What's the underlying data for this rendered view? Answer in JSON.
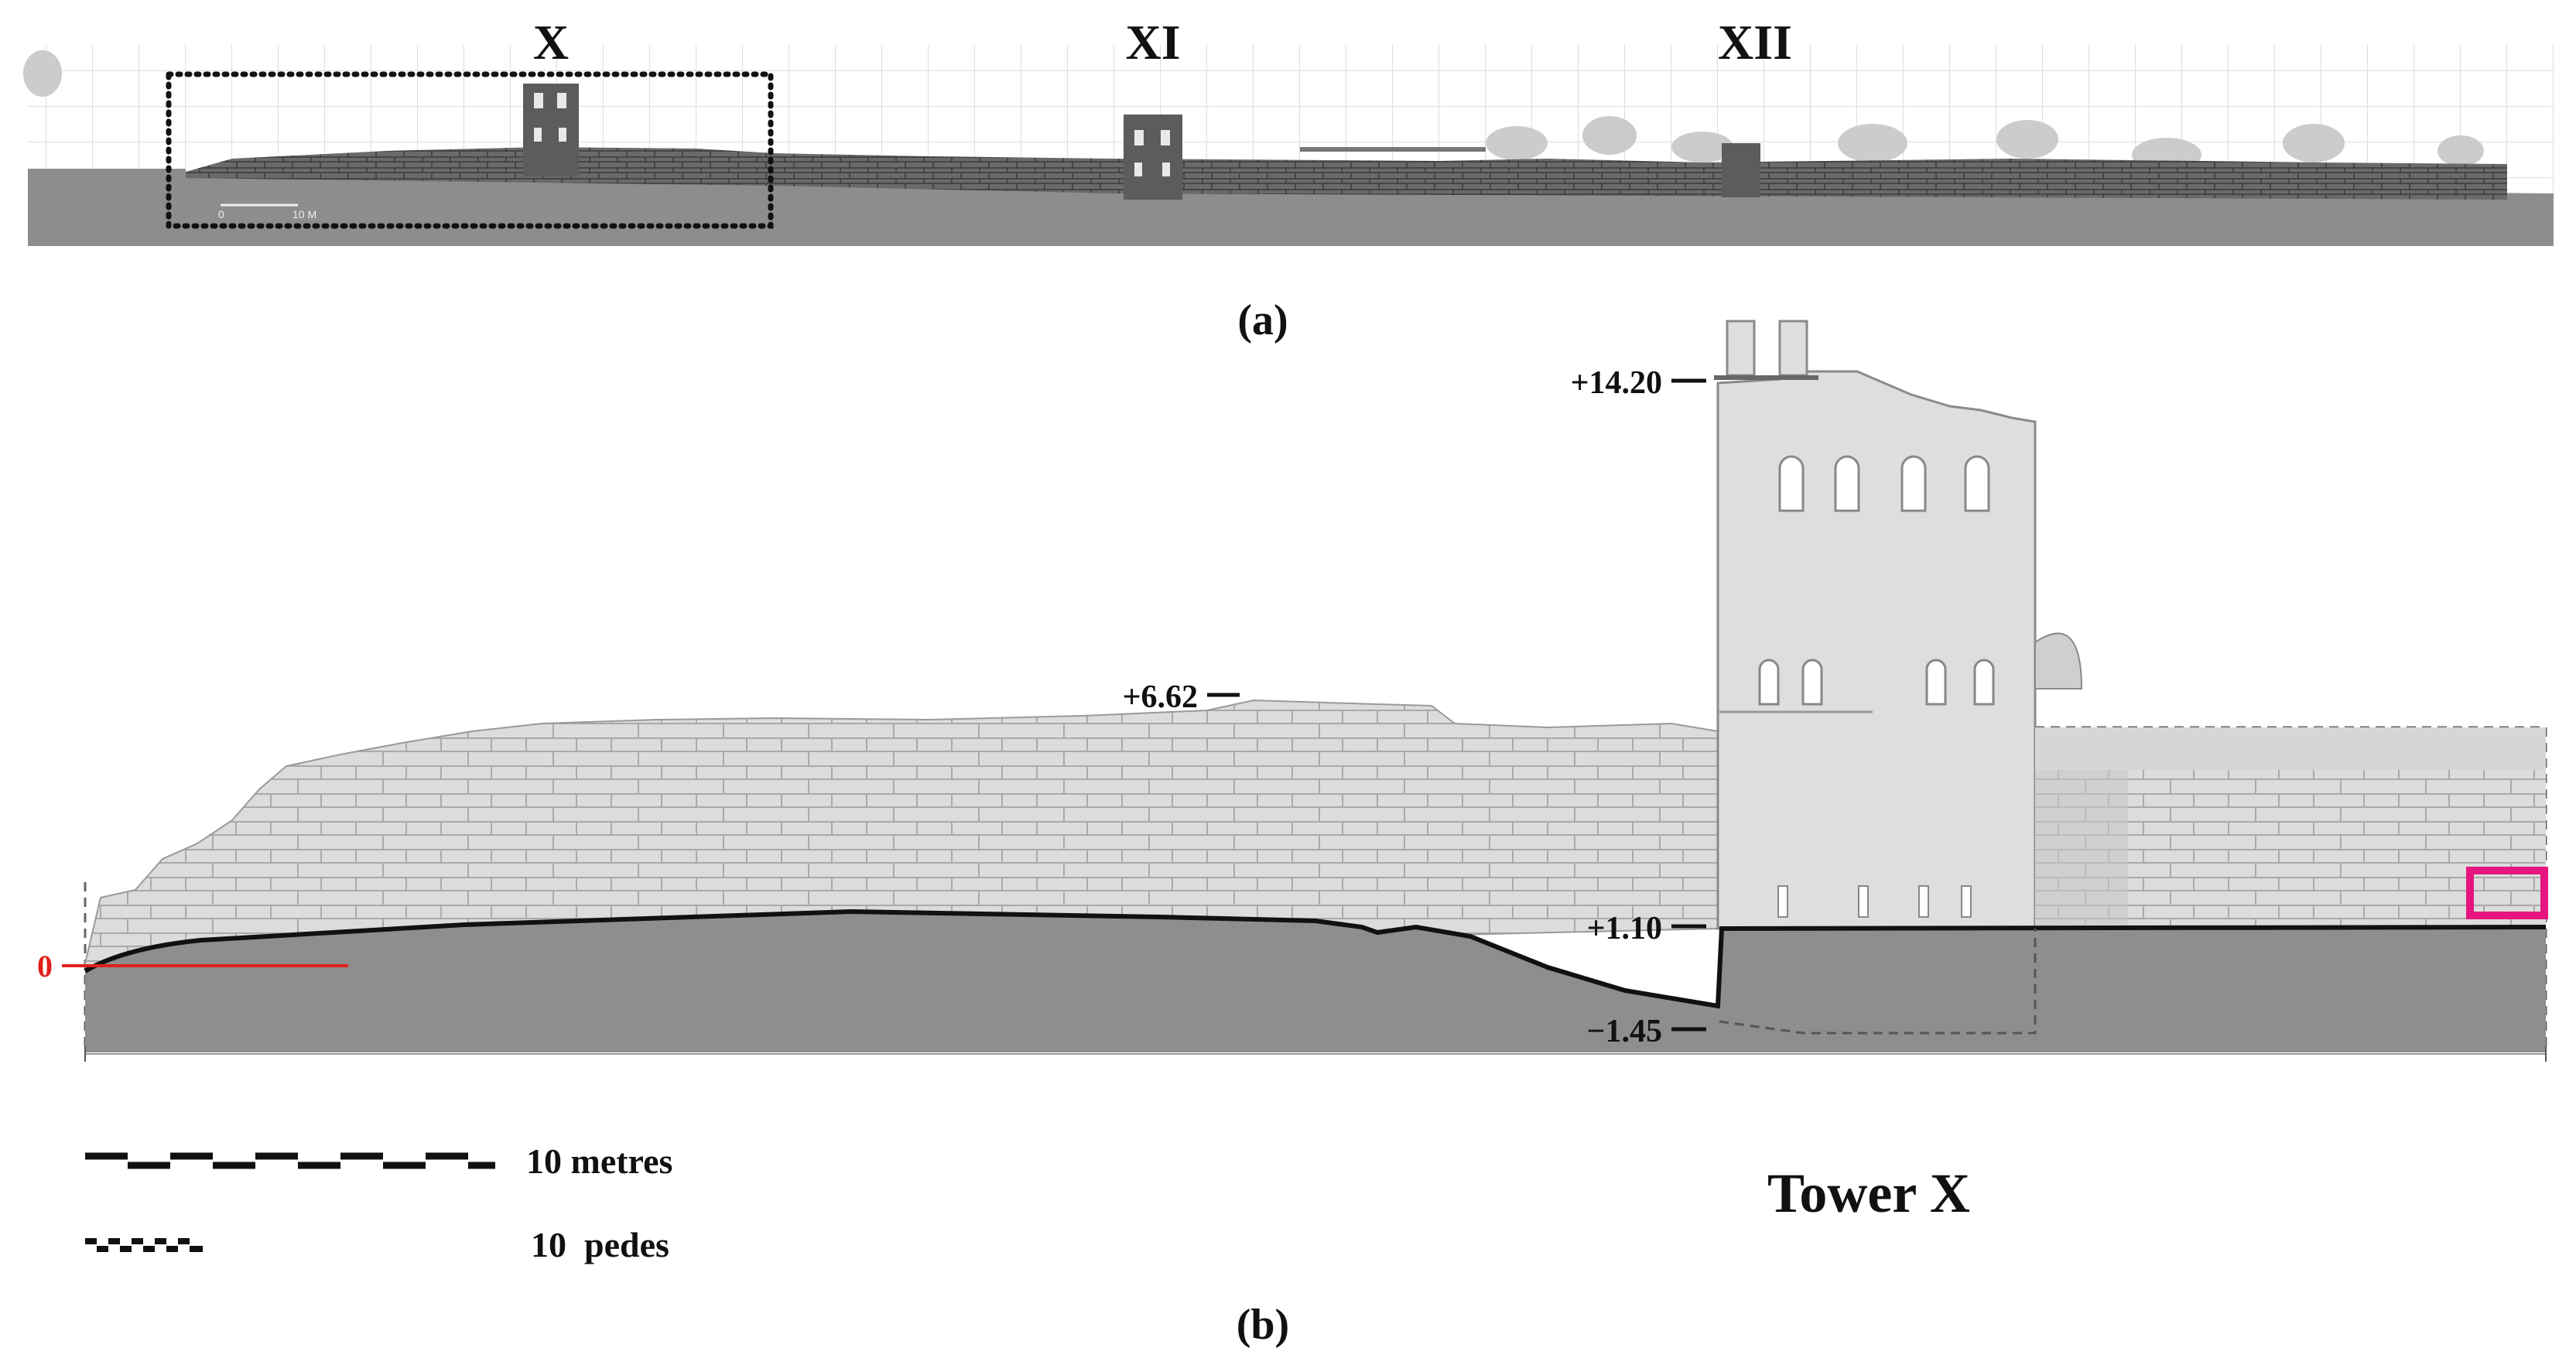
{
  "panel_a": {
    "caption": "(a)",
    "tower_labels": [
      "X",
      "XI",
      "XII"
    ],
    "scale_text": "10 M",
    "scale_zero": "0"
  },
  "panel_b": {
    "caption": "(b)",
    "elevations": {
      "top_tower": "+14.20",
      "top_wall": "+6.62",
      "ground_tower": "+1.10",
      "low_point": "−1.45",
      "zero": "0"
    },
    "title": "Tower X",
    "legend": {
      "metres": "10 metres",
      "pedes": "10  pedes"
    }
  },
  "colors": {
    "ground": "#8e8e8e",
    "wall": "#d9d9d9",
    "zero_line": "#e0201b",
    "highlight": "#e6157f",
    "text": "#111111"
  }
}
